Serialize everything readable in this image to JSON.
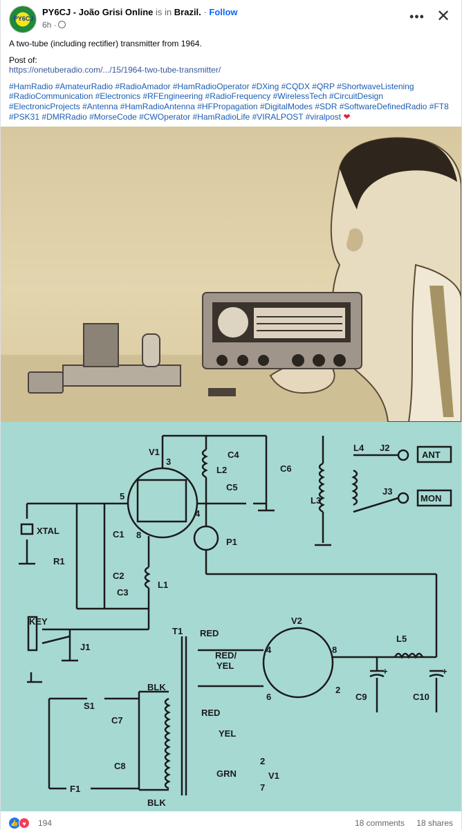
{
  "header": {
    "avatar_text": "PY6CJ",
    "author": "PY6CJ - João Grisi Online",
    "is_in": "is in",
    "location": "Brazil.",
    "dot": "·",
    "follow": "Follow",
    "time": "6h"
  },
  "post": {
    "line1": "A two-tube (including rectifier) transmitter from 1964.",
    "post_of": "Post of:",
    "link": "https://onetuberadio.com/.../15/1964-two-tube-transmitter/",
    "hashtags": [
      "#HamRadio",
      "#AmateurRadio",
      "#RadioAmador",
      "#HamRadioOperator",
      "#DXing",
      "#CQDX",
      "#QRP",
      "#ShortwaveListening",
      "#RadioCommunication",
      "#Electronics",
      "#RFEngineering",
      "#RadioFrequency",
      "#WirelessTech",
      "#CircuitDesign",
      "#ElectronicProjects",
      "#Antenna",
      "#HamRadioAntenna",
      "#HFPropagation",
      "#DigitalModes",
      "#SDR",
      "#SoftwareDefinedRadio",
      "#FT8",
      "#PSK31",
      "#DMRRadio",
      "#MorseCode",
      "#CWOperator",
      "#HamRadioLife",
      "#VIRALPOST",
      "#viralpost"
    ]
  },
  "schematic": {
    "V1": "V1",
    "V2": "V2",
    "pin3": "3",
    "pin5": "5",
    "pin4": "4",
    "pin8": "8",
    "C1": "C1",
    "C2": "C2",
    "C3": "C3",
    "C4": "C4",
    "C5": "C5",
    "C6": "C6",
    "C7": "C7",
    "C8": "C8",
    "C9": "C9",
    "C10": "C10",
    "L1": "L1",
    "L2": "L2",
    "L3": "L3",
    "L4": "L4",
    "L5": "L5",
    "R1": "R1",
    "P1": "P1",
    "J1": "J1",
    "J2": "J2",
    "J3": "J3",
    "XTAL": "XTAL",
    "KEY": "KEY",
    "ANT": "ANT",
    "MON": "MON",
    "T1": "T1",
    "S1": "S1",
    "F1": "F1",
    "RED": "RED",
    "RED_YEL": "RED/",
    "YEL": "YEL",
    "GRN": "GRN",
    "BLK": "BLK",
    "v2pin4": "4",
    "v2pin6": "6",
    "v2pin8": "8",
    "v2pin2": "2",
    "grn2": "2",
    "grn7": "7",
    "grnV1": "V1",
    "plus": "+"
  },
  "footer": {
    "reactions": "194",
    "comments": "18 comments",
    "shares": "18 shares"
  }
}
